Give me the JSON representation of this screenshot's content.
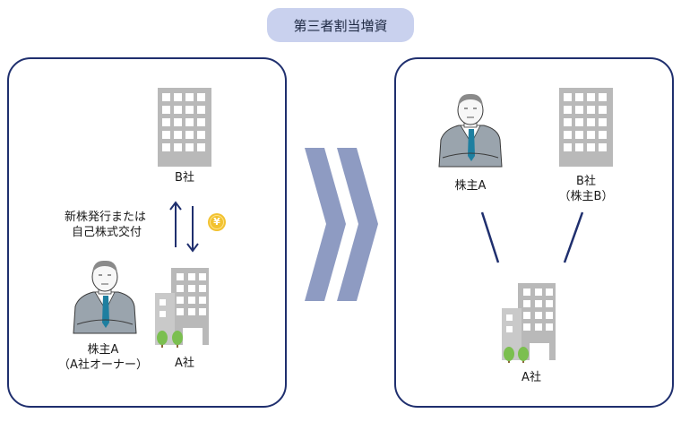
{
  "title": "第三者割当増資",
  "left": {
    "company_b": "B社",
    "transaction_line1": "新株発行または",
    "transaction_line2": "自己株式交付",
    "yen_symbol": "¥",
    "shareholder_line1": "株主A",
    "shareholder_line2": "（A社オーナー）",
    "company_a": "A社"
  },
  "right": {
    "shareholder": "株主A",
    "company_b_line1": "B社",
    "company_b_line2": "（株主B）",
    "company_a": "A社"
  },
  "colors": {
    "frame": "#1f2f6e",
    "pill": "#c9d1ee",
    "chevron": "#8e9bc2",
    "building": "#b9b9b9",
    "tree": "#7bbf4f",
    "coin": "#f2c230"
  }
}
